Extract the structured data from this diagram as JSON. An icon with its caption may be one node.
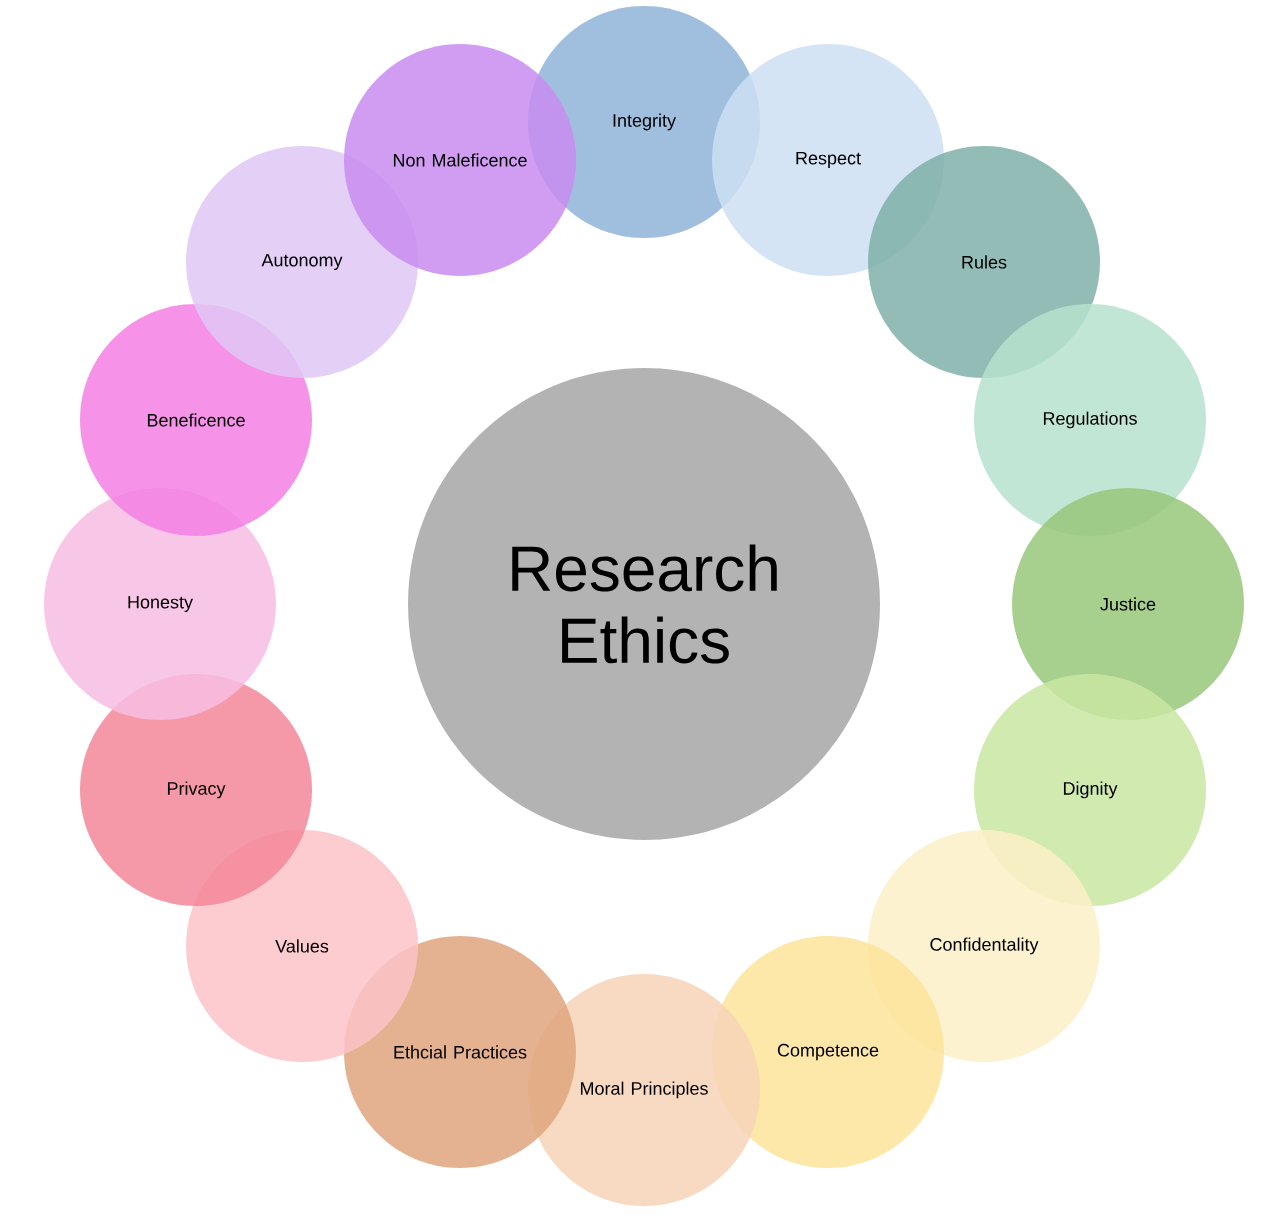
{
  "diagram": {
    "nodes": [
      {
        "text": [
          "Research Ethics"
        ]
      },
      {
        "text": [
          "Integrity"
        ]
      },
      {
        "text": [
          "Respect"
        ]
      },
      {
        "text": [
          "Rules"
        ]
      },
      {
        "text": [
          "Regulations"
        ]
      },
      {
        "text": [
          "Justice"
        ]
      },
      {
        "text": [
          "Dignity"
        ]
      },
      {
        "text": [
          "Confidentality"
        ]
      },
      {
        "text": [
          "Competence"
        ]
      },
      {
        "text": [
          "Moral Principles"
        ]
      },
      {
        "text": [
          "Ethcial Practices"
        ]
      },
      {
        "text": [
          "Values"
        ]
      },
      {
        "text": [
          "Privacy"
        ]
      },
      {
        "text": [
          "Honesty"
        ]
      },
      {
        "text": [
          "Beneficence"
        ]
      },
      {
        "text": [
          "Autonomy"
        ]
      },
      {
        "text": [
          "Non Maleficence"
        ]
      }
    ]
  }
}
